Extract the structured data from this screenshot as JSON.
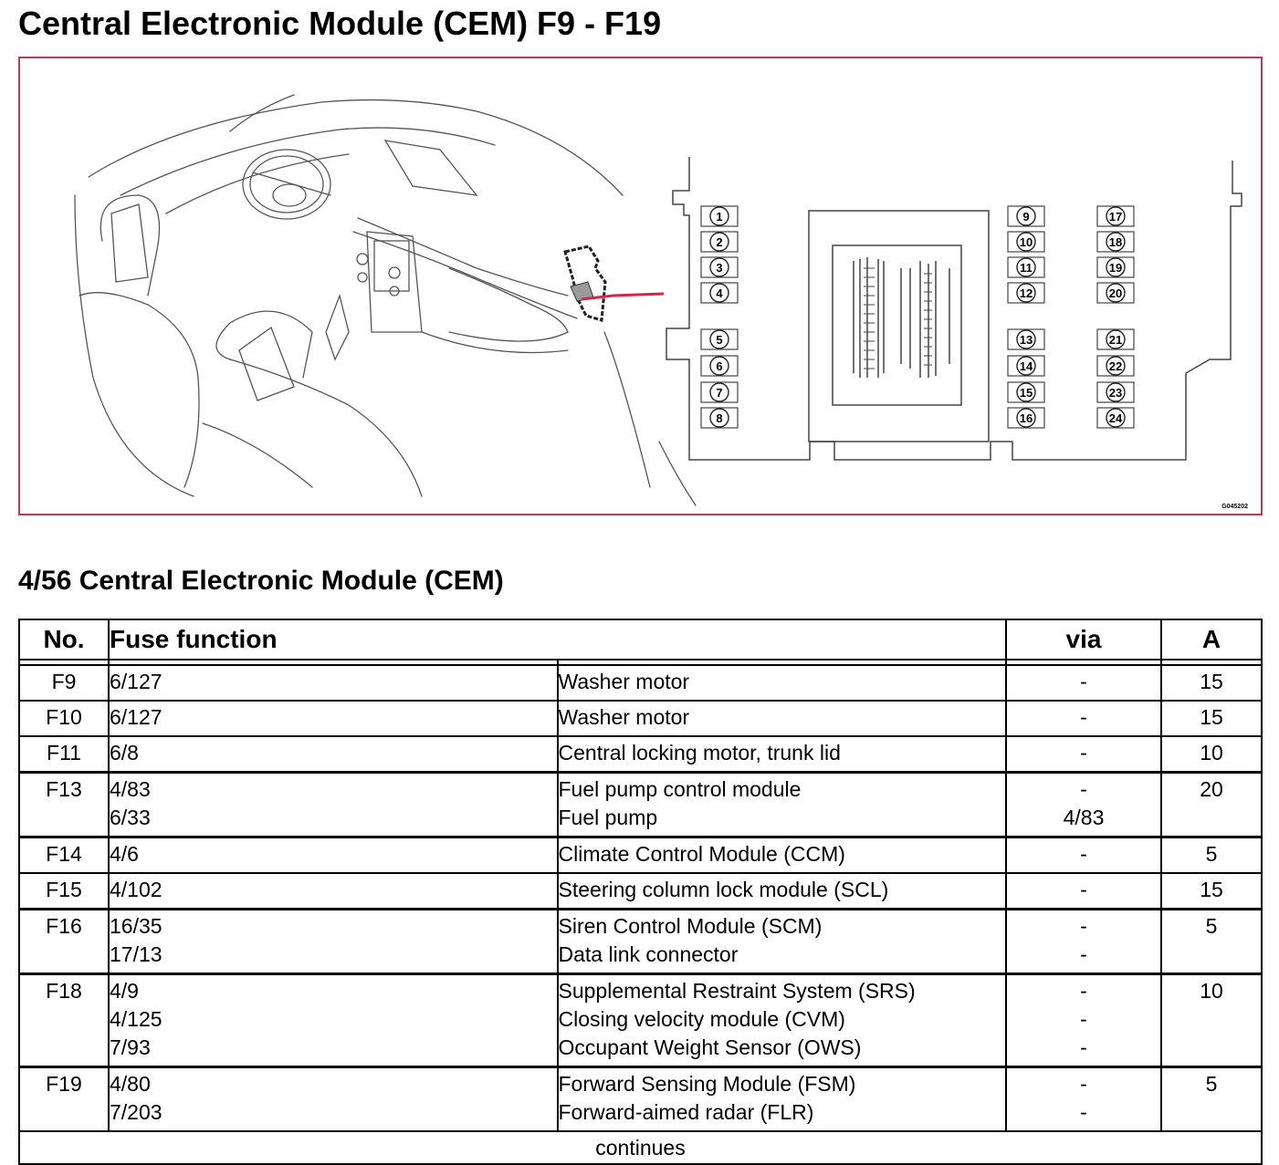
{
  "page": {
    "title": "Central Electronic Module (CEM) F9 - F19",
    "section_title": "4/56 Central Electronic Module (CEM)",
    "figure_code": "G045202"
  },
  "colors": {
    "frame": "#c23a53",
    "pointer": "#d0264a",
    "lines": "#444444"
  },
  "fuse_panel": {
    "left_column": [
      "1",
      "2",
      "3",
      "4",
      "5",
      "6",
      "7",
      "8"
    ],
    "middle_column": [
      "9",
      "10",
      "11",
      "12",
      "13",
      "14",
      "15",
      "16"
    ],
    "right_column": [
      "17",
      "18",
      "19",
      "20",
      "21",
      "22",
      "23",
      "24"
    ]
  },
  "table": {
    "headers": {
      "no": "No.",
      "function": "Fuse function",
      "via": "via",
      "amps": "A"
    },
    "rows": [
      {
        "no": "F9",
        "amps": "15",
        "lines": [
          {
            "code": "6/127",
            "desc": "Washer motor",
            "via": "-"
          }
        ]
      },
      {
        "no": "F10",
        "amps": "15",
        "lines": [
          {
            "code": "6/127",
            "desc": "Washer motor",
            "via": "-"
          }
        ]
      },
      {
        "no": "F11",
        "amps": "10",
        "lines": [
          {
            "code": "6/8",
            "desc": "Central locking motor, trunk lid",
            "via": "-"
          }
        ]
      },
      {
        "no": "F13",
        "amps": "20",
        "lines": [
          {
            "code": "4/83",
            "desc": "Fuel pump control module",
            "via": "-"
          },
          {
            "code": "6/33",
            "desc": "Fuel pump",
            "via": "4/83"
          }
        ]
      },
      {
        "no": "F14",
        "amps": "5",
        "lines": [
          {
            "code": "4/6",
            "desc": "Climate Control Module (CCM)",
            "via": "-"
          }
        ]
      },
      {
        "no": "F15",
        "amps": "15",
        "lines": [
          {
            "code": "4/102",
            "desc": "Steering column lock module (SCL)",
            "via": "-"
          }
        ]
      },
      {
        "no": "F16",
        "amps": "5",
        "lines": [
          {
            "code": "16/35",
            "desc": "Siren Control Module (SCM)",
            "via": "-"
          },
          {
            "code": "17/13",
            "desc": "Data link connector",
            "via": "-"
          }
        ]
      },
      {
        "no": "F18",
        "amps": "10",
        "lines": [
          {
            "code": "4/9",
            "desc": "Supplemental Restraint System (SRS)",
            "via": "-"
          },
          {
            "code": "4/125",
            "desc": "Closing velocity module (CVM)",
            "via": "-"
          },
          {
            "code": "7/93",
            "desc": "Occupant Weight Sensor (OWS)",
            "via": "-"
          }
        ]
      },
      {
        "no": "F19",
        "amps": "5",
        "lines": [
          {
            "code": "4/80",
            "desc": "Forward Sensing Module (FSM)",
            "via": "-"
          },
          {
            "code": "7/203",
            "desc": "Forward-aimed radar (FLR)",
            "via": "-"
          }
        ]
      }
    ],
    "footer": "continues"
  }
}
